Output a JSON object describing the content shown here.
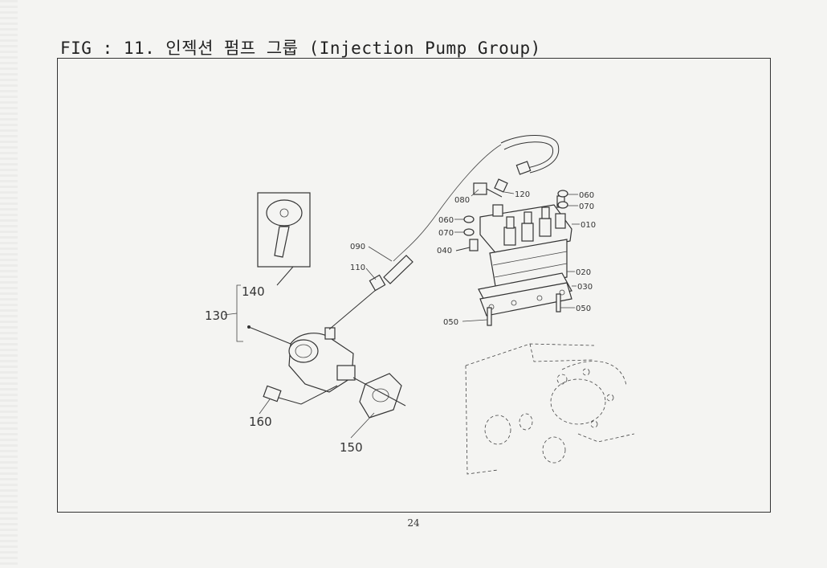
{
  "figure": {
    "title": "FIG : 11. 인젝션 펌프 그룹 (Injection Pump Group)",
    "page_number": "24"
  },
  "callouts": {
    "c010": "010",
    "c020": "020",
    "c030": "030",
    "c040": "040",
    "c050a": "050",
    "c050b": "050",
    "c060a": "060",
    "c060b": "060",
    "c070a": "070",
    "c070b": "070",
    "c080": "080",
    "c090": "090",
    "c110": "110",
    "c120": "120",
    "c130": "130",
    "c140": "140",
    "c150": "150",
    "c160": "160"
  }
}
